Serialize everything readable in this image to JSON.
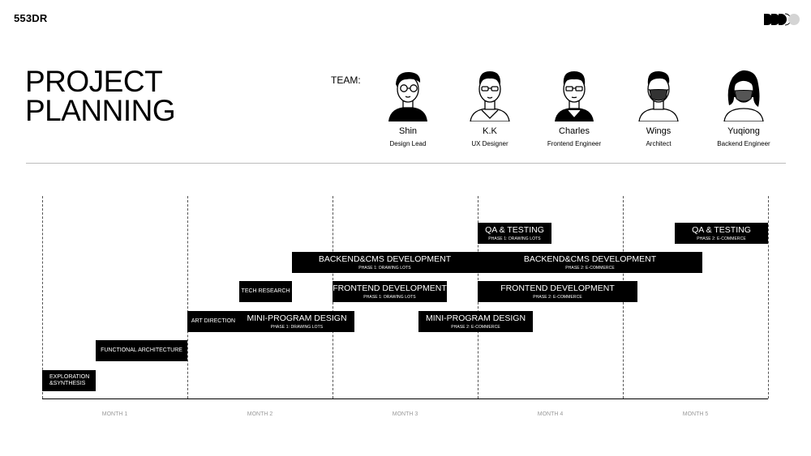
{
  "header": {
    "brand": "553DR"
  },
  "title": {
    "line1": "PROJECT",
    "line2": "PLANNING"
  },
  "team": {
    "label": "TEAM:",
    "members": [
      {
        "name": "Shin",
        "role": "Design Lead",
        "icon": "avatar-glasses-icon"
      },
      {
        "name": "K.K",
        "role": "UX Designer",
        "icon": "avatar-glasses-icon"
      },
      {
        "name": "Charles",
        "role": "Frontend Engineer",
        "icon": "avatar-glasses-icon"
      },
      {
        "name": "Wings",
        "role": "Architect",
        "icon": "avatar-mask-icon"
      },
      {
        "name": "Yuqiong",
        "role": "Backend Engineer",
        "icon": "avatar-mask-icon"
      }
    ]
  },
  "timeline": {
    "months": [
      "MONTH 1",
      "MONTH 2",
      "MONTH 3",
      "MONTH 4",
      "MONTH 5"
    ],
    "tasks": [
      {
        "title": "EXPLORATION",
        "title2": "&SYNTHESIS",
        "subtitle": "",
        "start": 0.0,
        "end": 0.37,
        "row": 0
      },
      {
        "title": "FUNCTIONAL ARCHITECTURE",
        "subtitle": "",
        "start": 0.37,
        "end": 1.0,
        "row": 1
      },
      {
        "title": "ART DIRECTION",
        "subtitle": "",
        "start": 1.0,
        "end": 1.36,
        "row": 2
      },
      {
        "title": "MINI-PROGRAM DESIGN",
        "subtitle": "PHASE 1: DRAWING LOTS",
        "start": 1.36,
        "end": 2.15,
        "row": 2
      },
      {
        "title": "TECH RESEARCH",
        "subtitle": "",
        "start": 1.36,
        "end": 1.72,
        "row": 3
      },
      {
        "title": "FRONTEND DEVELOPMENT",
        "subtitle": "PHASE 1: DRAWING LOTS",
        "start": 2.0,
        "end": 2.79,
        "row": 3
      },
      {
        "title": "BACKEND&CMS DEVELOPMENT",
        "subtitle": "PHASE 1: DRAWING LOTS",
        "start": 1.72,
        "end": 3.0,
        "row": 4
      },
      {
        "title": "MINI-PROGRAM DESIGN",
        "subtitle": "PHASE 2: E-COMMERCE",
        "start": 2.59,
        "end": 3.38,
        "row": 2
      },
      {
        "title": "QA & TESTING",
        "subtitle": "PHASE 1: DRAWING LOTS",
        "start": 3.0,
        "end": 3.51,
        "row": 5
      },
      {
        "title": "FRONTEND DEVELOPMENT",
        "subtitle": "PHASE 2: E-COMMERCE",
        "start": 3.0,
        "end": 4.1,
        "row": 3
      },
      {
        "title": "BACKEND&CMS DEVELOPMENT",
        "subtitle": "PHASE 2: E-COMMERCE",
        "start": 3.0,
        "end": 4.55,
        "row": 4
      },
      {
        "title": "QA & TESTING",
        "subtitle": "PHASE 2: E-COMMERCE",
        "start": 4.36,
        "end": 5.0,
        "row": 5
      }
    ]
  }
}
